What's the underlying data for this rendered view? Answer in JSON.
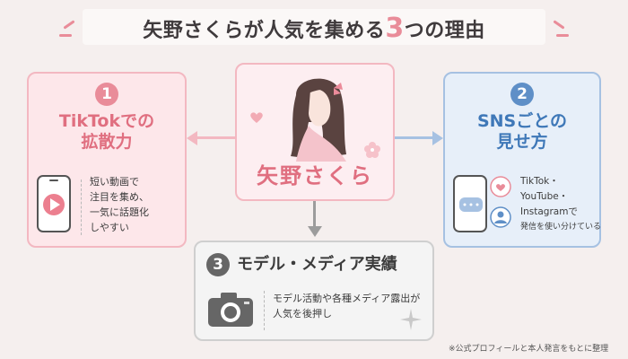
{
  "title": {
    "prefix": "矢野さくらが人気を集める",
    "number": "3",
    "suffix": "つの理由"
  },
  "center": {
    "name": "矢野さくら"
  },
  "reasons": [
    {
      "num": "1",
      "heading_line1": "TikTokでの",
      "heading_line2": "拡散力",
      "desc": [
        "短い動画で",
        "注目を集め、",
        "一気に話題化",
        "しやすい"
      ]
    },
    {
      "num": "2",
      "heading_line1": "SNSごとの",
      "heading_line2": "見せ方",
      "desc": [
        "TikTok・",
        "YouTube・",
        "Instagramで",
        "発信を使い分けている"
      ]
    },
    {
      "num": "3",
      "heading": "モデル・メディア実績",
      "desc": [
        "モデル活動や各種メディア露出が",
        "人気を後押し"
      ]
    }
  ],
  "footnote": "※公式プロフィールと本人発言をもとに整理",
  "colors": {
    "pink": "#e98c99",
    "blue": "#5f8fc7",
    "gray": "#666666"
  }
}
